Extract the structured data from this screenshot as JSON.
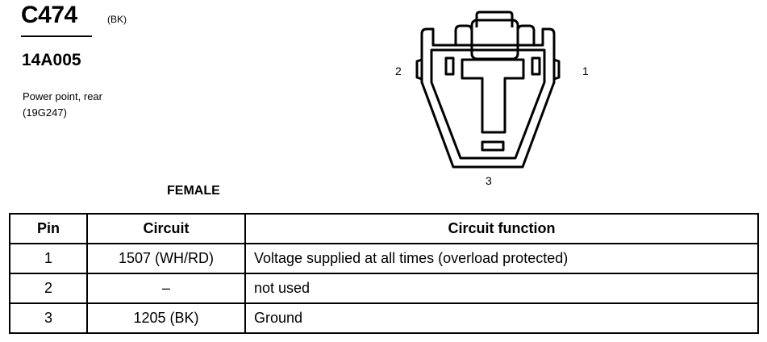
{
  "connector": {
    "id": "C474",
    "color": "(BK)",
    "part_number": "14A005",
    "description_line1": "Power point, rear",
    "description_line2": "(19G247)",
    "gender": "FEMALE",
    "pin_labels": {
      "left": "2",
      "right": "1",
      "bottom": "3"
    }
  },
  "table": {
    "headers": {
      "pin": "Pin",
      "circuit": "Circuit",
      "function": "Circuit function"
    },
    "rows": [
      {
        "pin": "1",
        "circuit": "1507 (WH/RD)",
        "function": "Voltage supplied at all times (overload protected)"
      },
      {
        "pin": "2",
        "circuit": "–",
        "function": "not used"
      },
      {
        "pin": "3",
        "circuit": "1205 (BK)",
        "function": "Ground"
      }
    ]
  }
}
